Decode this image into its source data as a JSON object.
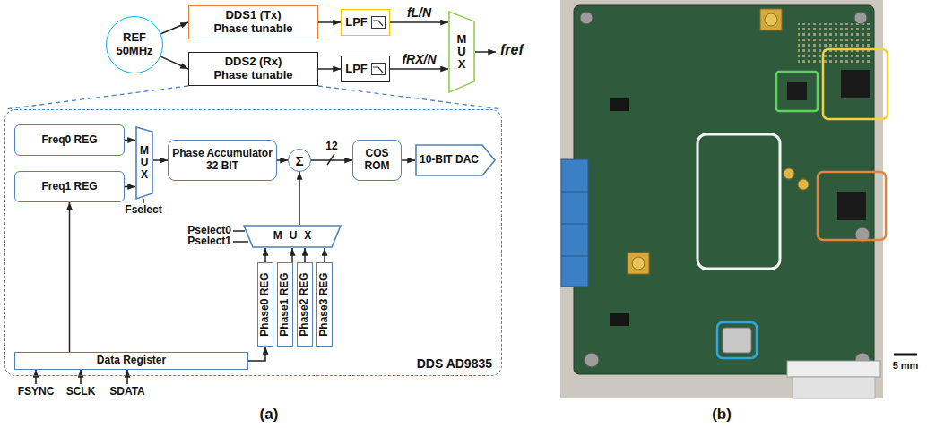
{
  "diagram": {
    "nodes": [
      {
        "text": [
          "REF 50MHz"
        ]
      },
      {
        "text": [
          "DDS1 (Tx) Phase tunable"
        ]
      },
      {
        "text": [
          "LPF"
        ]
      },
      {
        "text": [
          "MUX"
        ]
      },
      {
        "text": [
          "DDS2 (Rx) Phase tunable"
        ]
      },
      {
        "text": [
          "LPF"
        ]
      },
      {
        "text": [
          "DDS AD9835"
        ]
      },
      {
        "text": [
          "Freq0 REG"
        ],
        "in": 6
      },
      {
        "text": [
          "Freq1 REG"
        ],
        "in": 6
      },
      {
        "text": [
          "MUX"
        ],
        "in": 6
      },
      {
        "text": [
          "Phase Accumulator 32 BIT"
        ],
        "in": 6
      },
      {
        "text": [
          "Σ"
        ],
        "in": 6
      },
      {
        "text": [
          "COS ROM"
        ],
        "in": 6
      },
      {
        "text": [
          "10-BIT DAC"
        ],
        "in": 6
      },
      {
        "text": [
          "MUX"
        ],
        "in": 6
      },
      {
        "text": [
          "Phase0 REG"
        ],
        "in": 6
      },
      {
        "text": [
          "Phase1 REG"
        ],
        "in": 6
      },
      {
        "text": [
          "Phase2 REG"
        ],
        "in": 6
      },
      {
        "text": [
          "Phase3 REG"
        ],
        "in": 6
      },
      {
        "text": [
          "Data Register"
        ],
        "in": 6
      }
    ],
    "edges": [
      {
        "from": 0,
        "to": 1,
        "arrow": "to"
      },
      {
        "from": 0,
        "to": 4,
        "arrow": "to"
      },
      {
        "from": 1,
        "to": 2,
        "arrow": "to"
      },
      {
        "from": 2,
        "to": 3,
        "label": "fL/N",
        "arrow": "to"
      },
      {
        "from": 4,
        "to": 5,
        "arrow": "to"
      },
      {
        "from": 5,
        "to": 3,
        "label": "fRX/N",
        "arrow": "to"
      },
      {
        "from": 7,
        "to": 9,
        "arrow": "to"
      },
      {
        "from": 8,
        "to": 9,
        "arrow": "to"
      },
      {
        "from": 9,
        "to": 10,
        "arrow": "to"
      },
      {
        "from": 10,
        "to": 11,
        "arrow": "to"
      },
      {
        "from": 11,
        "to": 12,
        "label": "12",
        "arrow": "to"
      },
      {
        "from": 12,
        "to": 13,
        "arrow": "to"
      },
      {
        "from": 14,
        "to": 11,
        "arrow": "to"
      },
      {
        "from": 15,
        "to": 14,
        "arrow": "to"
      },
      {
        "from": 16,
        "to": 14,
        "arrow": "to"
      },
      {
        "from": 17,
        "to": 14,
        "arrow": "to"
      },
      {
        "from": 18,
        "to": 14,
        "arrow": "to"
      },
      {
        "from": 19,
        "to": 8,
        "arrow": "to"
      },
      {
        "from": 19,
        "to": 15,
        "arrow": "to"
      }
    ],
    "labels": [
      "fref",
      "Fselect",
      "Pselect0",
      "Pselect1",
      "FSYNC",
      "SCLK",
      "SDATA",
      "(a)",
      "(b)",
      "5 mm"
    ]
  }
}
